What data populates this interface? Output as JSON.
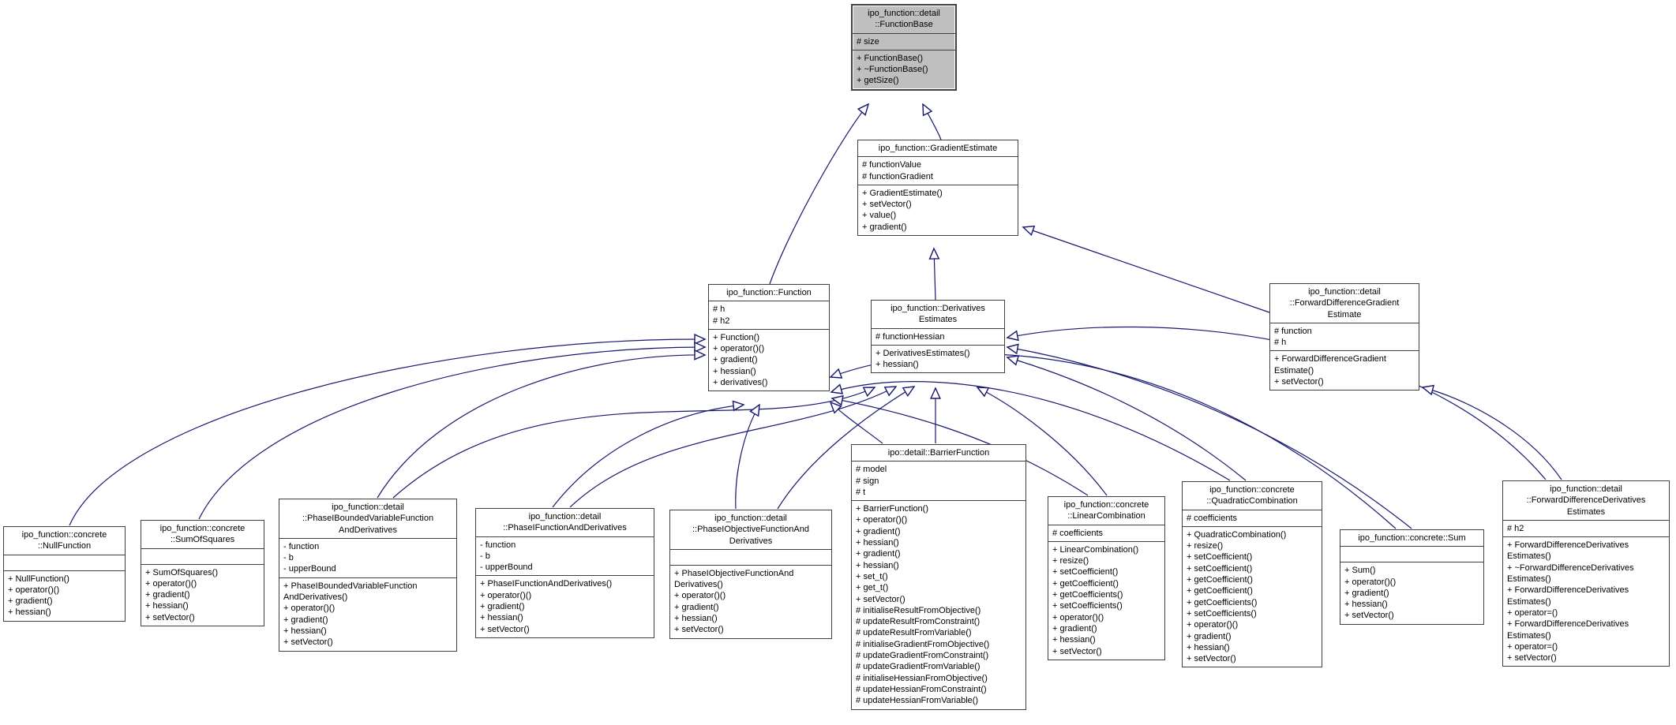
{
  "diagram": {
    "type": "uml-inheritance-graph",
    "background_color": "#ffffff",
    "edge_color": "#191970",
    "box_fill": "#ffffff",
    "highlighted_box_fill": "#bfbfbf",
    "border_color": "#404040",
    "highlighted_class": "ipo_function::detail::FunctionBase"
  },
  "classes": [
    {
      "name": "ipo_function::detail\n::FunctionBase",
      "attributes": [
        "# size"
      ],
      "methods": [
        "+ FunctionBase()",
        "+ ~FunctionBase()",
        "+ getSize()"
      ]
    },
    {
      "name": "ipo_function::GradientEstimate",
      "attributes": [
        "# functionValue",
        "# functionGradient"
      ],
      "methods": [
        "+ GradientEstimate()",
        "+ setVector()",
        "+ value()",
        "+ gradient()"
      ]
    },
    {
      "name": "ipo_function::Function",
      "attributes": [
        "# h",
        "# h2"
      ],
      "methods": [
        "+ Function()",
        "+ operator()()",
        "+ gradient()",
        "+ hessian()",
        "+ derivatives()"
      ]
    },
    {
      "name": "ipo_function::Derivatives\nEstimates",
      "attributes": [
        "# functionHessian"
      ],
      "methods": [
        "+ DerivativesEstimates()",
        "+ hessian()"
      ]
    },
    {
      "name": "ipo_function::detail\n::ForwardDifferenceGradient\nEstimate",
      "attributes": [
        "# function",
        "# h"
      ],
      "methods": [
        "+ ForwardDifferenceGradient\nEstimate()",
        "+ setVector()"
      ]
    },
    {
      "name": "ipo_function::concrete\n::NullFunction",
      "attributes": [],
      "methods": [
        "+ NullFunction()",
        "+ operator()()",
        "+ gradient()",
        "+ hessian()"
      ]
    },
    {
      "name": "ipo_function::concrete\n::SumOfSquares",
      "attributes": [],
      "methods": [
        "+ SumOfSquares()",
        "+ operator()()",
        "+ gradient()",
        "+ hessian()",
        "+ setVector()"
      ]
    },
    {
      "name": "ipo_function::detail\n::PhaseIBoundedVariableFunction\nAndDerivatives",
      "attributes": [
        "- function",
        "- b",
        "- upperBound"
      ],
      "methods": [
        "+ PhaseIBoundedVariableFunction\nAndDerivatives()",
        "+ operator()()",
        "+ gradient()",
        "+ hessian()",
        "+ setVector()"
      ]
    },
    {
      "name": "ipo_function::detail\n::PhaseIFunctionAndDerivatives",
      "attributes": [
        "- function",
        "- b",
        "- upperBound"
      ],
      "methods": [
        "+ PhaseIFunctionAndDerivatives()",
        "+ operator()()",
        "+ gradient()",
        "+ hessian()",
        "+ setVector()"
      ]
    },
    {
      "name": "ipo_function::detail\n::PhaseIObjectiveFunctionAnd\nDerivatives",
      "attributes": [],
      "methods": [
        "+ PhaseIObjectiveFunctionAnd\nDerivatives()",
        "+ operator()()",
        "+ gradient()",
        "+ hessian()",
        "+ setVector()"
      ]
    },
    {
      "name": "ipo::detail::BarrierFunction",
      "attributes": [
        "# model",
        "# sign",
        "# t"
      ],
      "methods": [
        "+ BarrierFunction()",
        "+ operator()()",
        "+ gradient()",
        "+ hessian()",
        "+ gradient()",
        "+ hessian()",
        "+ set_t()",
        "+ get_t()",
        "+ setVector()",
        "# initialiseResultFromObjective()",
        "# updateResultFromConstraint()",
        "# updateResultFromVariable()",
        "# initialiseGradientFromObjective()",
        "# updateGradientFromConstraint()",
        "# updateGradientFromVariable()",
        "# initialiseHessianFromObjective()",
        "# updateHessianFromConstraint()",
        "# updateHessianFromVariable()"
      ]
    },
    {
      "name": "ipo_function::concrete\n::LinearCombination",
      "attributes": [
        "# coefficients"
      ],
      "methods": [
        "+ LinearCombination()",
        "+ resize()",
        "+ setCoefficient()",
        "+ getCoefficient()",
        "+ getCoefficients()",
        "+ setCoefficients()",
        "+ operator()()",
        "+ gradient()",
        "+ hessian()",
        "+ setVector()"
      ]
    },
    {
      "name": "ipo_function::concrete\n::QuadraticCombination",
      "attributes": [
        "# coefficients"
      ],
      "methods": [
        "+ QuadraticCombination()",
        "+ resize()",
        "+ setCoefficient()",
        "+ setCoefficient()",
        "+ getCoefficient()",
        "+ getCoefficient()",
        "+ getCoefficients()",
        "+ setCoefficients()",
        "+ operator()()",
        "+ gradient()",
        "+ hessian()",
        "+ setVector()"
      ]
    },
    {
      "name": "ipo_function::concrete::Sum",
      "attributes": [],
      "methods": [
        "+ Sum()",
        "+ operator()()",
        "+ gradient()",
        "+ hessian()",
        "+ setVector()"
      ]
    },
    {
      "name": "ipo_function::detail\n::ForwardDifferenceDerivatives\nEstimates",
      "attributes": [
        "# h2"
      ],
      "methods": [
        "+ ForwardDifferenceDerivatives\nEstimates()",
        "+ ~ForwardDifferenceDerivatives\nEstimates()",
        "+ ForwardDifferenceDerivatives\nEstimates()",
        "+ operator=()",
        "+ ForwardDifferenceDerivatives\nEstimates()",
        "+ operator=()",
        "+ setVector()"
      ]
    }
  ],
  "inheritance": [
    {
      "derived": "ipo_function::Function",
      "base": "ipo_function::detail::FunctionBase"
    },
    {
      "derived": "ipo_function::GradientEstimate",
      "base": "ipo_function::detail::FunctionBase"
    },
    {
      "derived": "ipo_function::DerivativesEstimates",
      "base": "ipo_function::GradientEstimate"
    },
    {
      "derived": "ipo_function::detail::ForwardDifferenceGradientEstimate",
      "base": "ipo_function::GradientEstimate"
    },
    {
      "derived": "ipo_function::concrete::NullFunction",
      "base": "ipo_function::Function"
    },
    {
      "derived": "ipo_function::concrete::SumOfSquares",
      "base": "ipo_function::Function"
    },
    {
      "derived": "ipo_function::detail::PhaseIBoundedVariableFunctionAndDerivatives",
      "base": "ipo_function::Function"
    },
    {
      "derived": "ipo_function::detail::PhaseIBoundedVariableFunctionAndDerivatives",
      "base": "ipo_function::DerivativesEstimates"
    },
    {
      "derived": "ipo_function::detail::PhaseIFunctionAndDerivatives",
      "base": "ipo_function::Function"
    },
    {
      "derived": "ipo_function::detail::PhaseIFunctionAndDerivatives",
      "base": "ipo_function::DerivativesEstimates"
    },
    {
      "derived": "ipo_function::detail::PhaseIObjectiveFunctionAndDerivatives",
      "base": "ipo_function::Function"
    },
    {
      "derived": "ipo_function::detail::PhaseIObjectiveFunctionAndDerivatives",
      "base": "ipo_function::DerivativesEstimates"
    },
    {
      "derived": "ipo::detail::BarrierFunction",
      "base": "ipo_function::Function"
    },
    {
      "derived": "ipo::detail::BarrierFunction",
      "base": "ipo_function::DerivativesEstimates"
    },
    {
      "derived": "ipo_function::concrete::LinearCombination",
      "base": "ipo_function::Function"
    },
    {
      "derived": "ipo_function::concrete::LinearCombination",
      "base": "ipo_function::DerivativesEstimates"
    },
    {
      "derived": "ipo_function::concrete::QuadraticCombination",
      "base": "ipo_function::Function"
    },
    {
      "derived": "ipo_function::concrete::QuadraticCombination",
      "base": "ipo_function::DerivativesEstimates"
    },
    {
      "derived": "ipo_function::concrete::Sum",
      "base": "ipo_function::Function"
    },
    {
      "derived": "ipo_function::concrete::Sum",
      "base": "ipo_function::DerivativesEstimates"
    },
    {
      "derived": "ipo_function::detail::ForwardDifferenceDerivativesEstimates",
      "base": "ipo_function::DerivativesEstimates"
    },
    {
      "derived": "ipo_function::detail::ForwardDifferenceDerivativesEstimates",
      "base": "ipo_function::detail::ForwardDifferenceGradientEstimate"
    }
  ]
}
